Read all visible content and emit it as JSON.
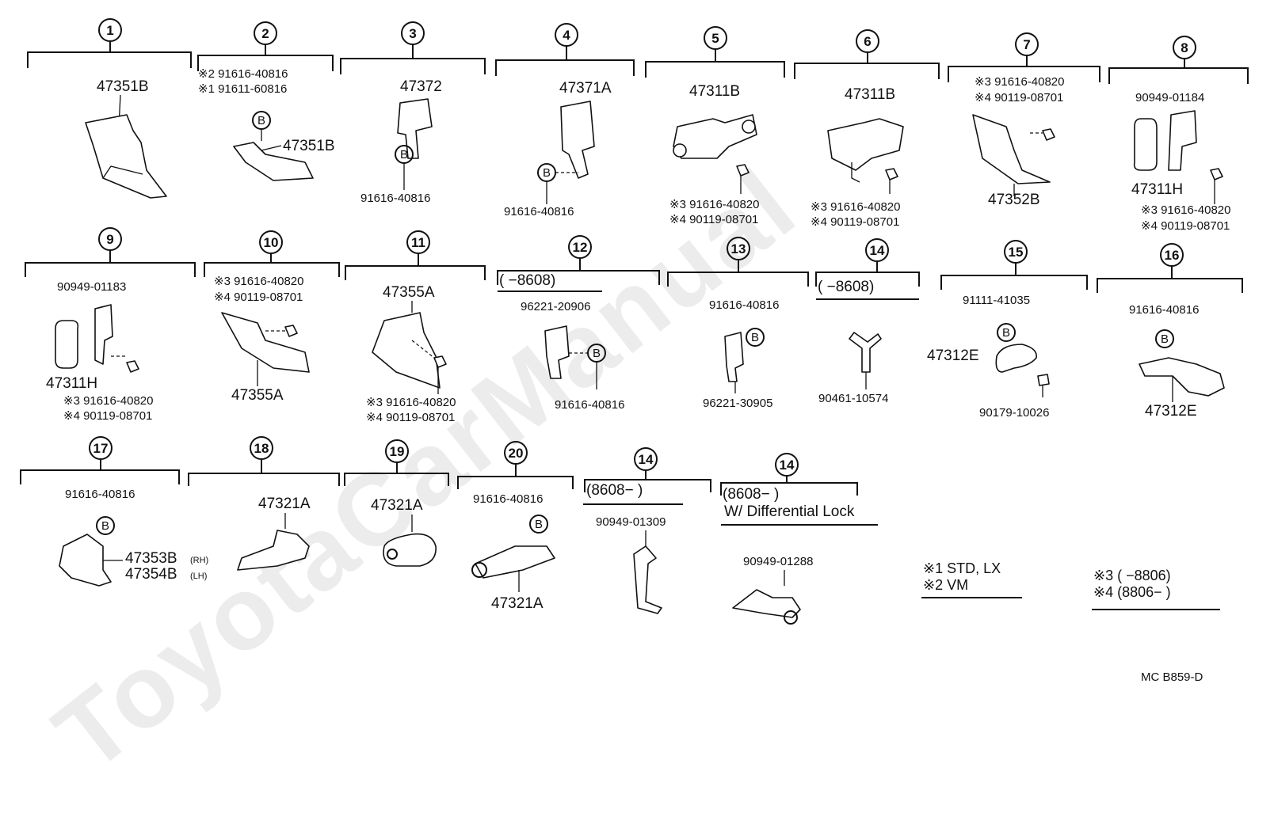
{
  "watermark": "ToyotaCarManual",
  "footer_code": "MC  B859-D",
  "b_mark": "B",
  "groups": [
    {
      "num": "1",
      "labels": [
        "47351B"
      ]
    },
    {
      "num": "2",
      "labels": [
        "※2 91616-40816",
        "※1 91611-60816",
        "47351B"
      ]
    },
    {
      "num": "3",
      "labels": [
        "47372",
        "91616-40816"
      ]
    },
    {
      "num": "4",
      "labels": [
        "47371A",
        "91616-40816"
      ]
    },
    {
      "num": "5",
      "labels": [
        "47311B",
        "※3  91616-40820",
        "※4  90119-08701"
      ]
    },
    {
      "num": "6",
      "labels": [
        "47311B",
        "※3 91616-40820",
        "※4 90119-08701"
      ]
    },
    {
      "num": "7",
      "labels": [
        "※3  91616-40820",
        "※4  90119-08701",
        "47352B"
      ]
    },
    {
      "num": "8",
      "labels": [
        "90949-01184",
        "47311H",
        "※3  91616-40820",
        "※4  90119-08701"
      ]
    },
    {
      "num": "9",
      "labels": [
        "90949-01183",
        "47311H",
        "※3  91616-40820",
        "※4  90119-08701"
      ]
    },
    {
      "num": "10",
      "labels": [
        "※3  91616-40820",
        "※4  90119-08701",
        "47355A"
      ]
    },
    {
      "num": "11",
      "labels": [
        "47355A",
        "※3  91616-40820",
        "※4  90119-08701"
      ]
    },
    {
      "num": "12",
      "labels": [
        "(          −8608)",
        "96221-20906",
        "91616-40816"
      ]
    },
    {
      "num": "13",
      "labels": [
        "91616-40816",
        "96221-30905"
      ]
    },
    {
      "num": "14",
      "labels": [
        "(          −8608)",
        "90461-10574"
      ]
    },
    {
      "num": "15",
      "labels": [
        "91111-41035",
        "47312E",
        "90179-10026"
      ]
    },
    {
      "num": "16",
      "labels": [
        "91616-40816",
        "47312E"
      ]
    },
    {
      "num": "17",
      "labels": [
        "91616-40816",
        "47353B",
        "(RH)",
        "47354B",
        "(LH)"
      ]
    },
    {
      "num": "18",
      "labels": [
        "47321A"
      ]
    },
    {
      "num": "19",
      "labels": [
        "47321A"
      ]
    },
    {
      "num": "20",
      "labels": [
        "91616-40816",
        "47321A"
      ]
    },
    {
      "num": "14",
      "labels": [
        "(8608−          )",
        "90949-01309"
      ]
    },
    {
      "num": "14",
      "labels": [
        "(8608−          )",
        "W/ Differential Lock",
        "90949-01288"
      ]
    }
  ],
  "legend_1": [
    "※1 STD, LX",
    "※2 VM"
  ],
  "legend_2": [
    "※3 (         −8806)",
    "※4 (8806−          )"
  ]
}
